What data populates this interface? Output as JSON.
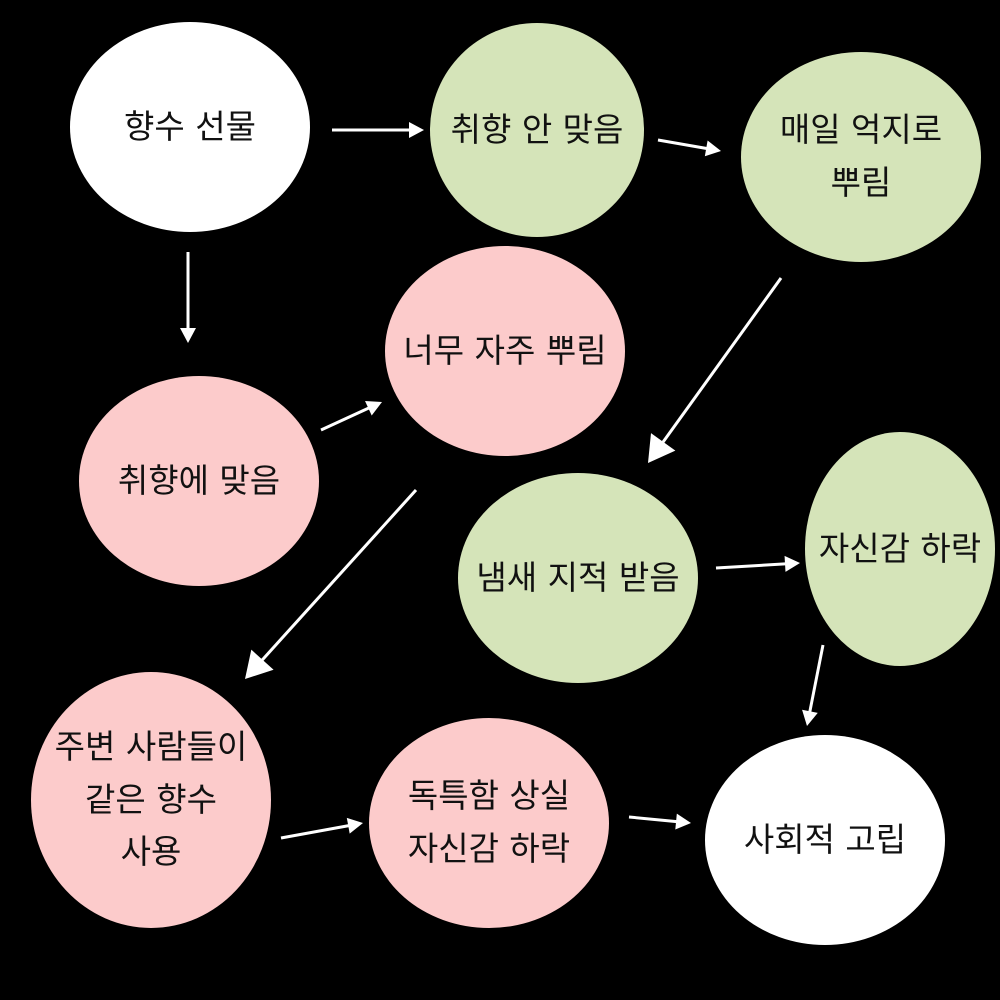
{
  "diagram": {
    "background_color": "#000000",
    "arrow_color": "#ffffff",
    "node_colors": {
      "white": "#ffffff",
      "green": "#d5e4b9",
      "pink": "#fccbcb"
    },
    "nodes": [
      {
        "id": "perfume-gift",
        "label": "향수 선물",
        "color": "white"
      },
      {
        "id": "taste-mismatch",
        "label": "취향 안 맞음",
        "color": "green"
      },
      {
        "id": "spray-daily-forced",
        "label": "매일 억지로\n뿌림",
        "color": "green"
      },
      {
        "id": "taste-match",
        "label": "취향에 맞음",
        "color": "pink"
      },
      {
        "id": "spray-too-often",
        "label": "너무 자주 뿌림",
        "color": "pink"
      },
      {
        "id": "smell-criticized",
        "label": "냄새 지적 받음",
        "color": "green"
      },
      {
        "id": "confidence-drop-1",
        "label": "자신감 하락",
        "color": "green"
      },
      {
        "id": "others-same-perfume",
        "label": "주변 사람들이\n같은 향수\n사용",
        "color": "pink"
      },
      {
        "id": "uniqueness-lost",
        "label": "독특함 상실\n자신감 하락",
        "color": "pink"
      },
      {
        "id": "social-isolation",
        "label": "사회적 고립",
        "color": "white"
      }
    ],
    "edges": [
      {
        "from": "perfume-gift",
        "to": "taste-mismatch"
      },
      {
        "from": "perfume-gift",
        "to": "taste-match"
      },
      {
        "from": "taste-mismatch",
        "to": "spray-daily-forced"
      },
      {
        "from": "spray-daily-forced",
        "to": "smell-criticized"
      },
      {
        "from": "taste-match",
        "to": "spray-too-often"
      },
      {
        "from": "spray-too-often",
        "to": "others-same-perfume"
      },
      {
        "from": "smell-criticized",
        "to": "confidence-drop-1"
      },
      {
        "from": "confidence-drop-1",
        "to": "social-isolation"
      },
      {
        "from": "others-same-perfume",
        "to": "uniqueness-lost"
      },
      {
        "from": "uniqueness-lost",
        "to": "social-isolation"
      }
    ]
  }
}
